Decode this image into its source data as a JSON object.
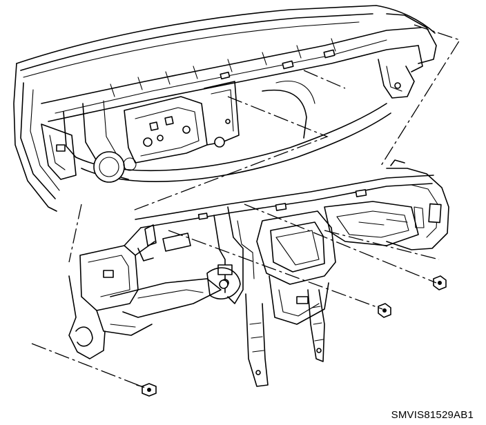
{
  "figure": {
    "code": "SMVIS81529AB1"
  },
  "parts": [
    {
      "name": "cowl-and-dash-panel",
      "kind": "vehicle-body"
    },
    {
      "name": "instrument-panel-carrier",
      "kind": "assembly"
    },
    {
      "name": "upper-right-nut",
      "kind": "fastener"
    },
    {
      "name": "middle-nut",
      "kind": "fastener"
    },
    {
      "name": "lower-left-bolt",
      "kind": "fastener"
    }
  ]
}
